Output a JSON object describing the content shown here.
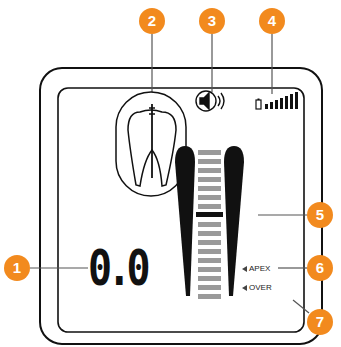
{
  "diagram": {
    "labels": [
      "1",
      "2",
      "3",
      "4",
      "5",
      "6",
      "7",
      "0.0",
      "APEX",
      "OVER"
    ]
  }
}
